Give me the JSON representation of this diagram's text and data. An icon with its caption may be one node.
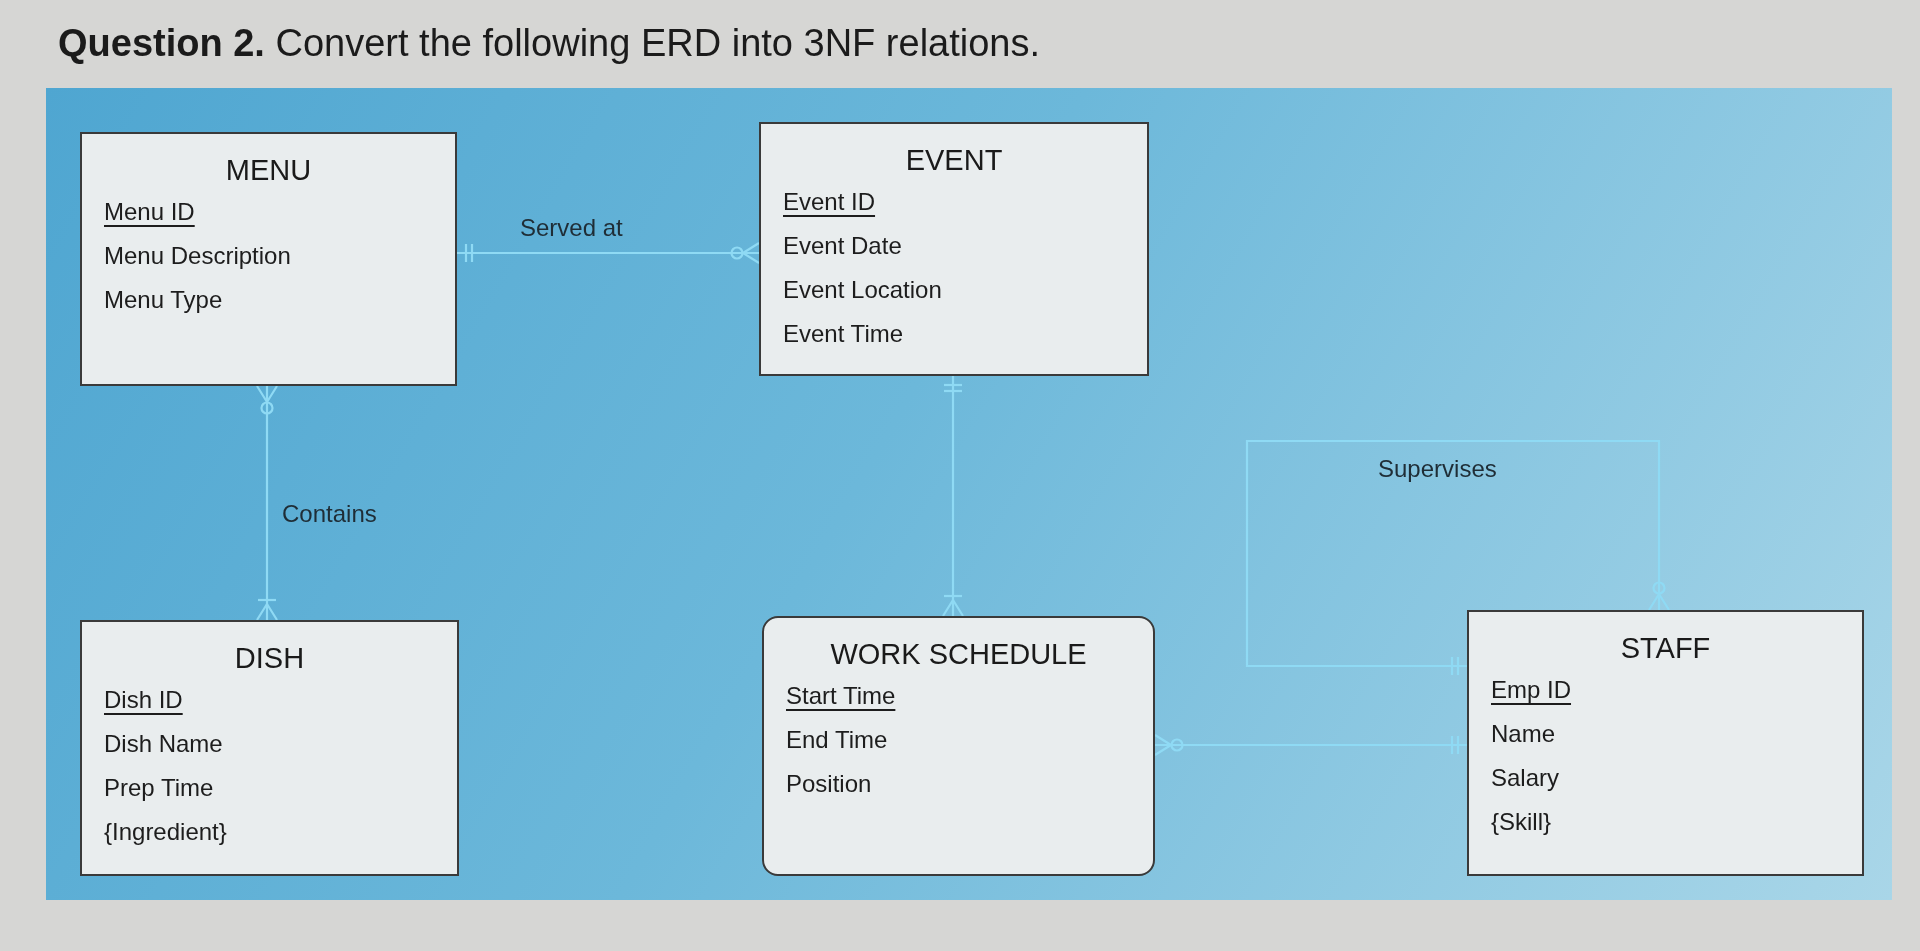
{
  "diagram": {
    "title": "**Question 2.** Convert the following ERD into 3NF relations.",
    "nodes": [
      {
        "text": [
          "MENU",
          "Menu ID",
          "Menu Description",
          "Menu Type"
        ]
      },
      {
        "text": [
          "EVENT",
          "Event ID",
          "Event Date",
          "Event Location",
          "Event Time"
        ]
      },
      {
        "text": [
          "DISH",
          "Dish ID",
          "Dish Name",
          "Prep Time",
          "{Ingredient}"
        ]
      },
      {
        "text": [
          "WORK SCHEDULE",
          "Start Time",
          "End Time",
          "Position"
        ]
      },
      {
        "text": [
          "STAFF",
          "Emp ID",
          "Name",
          "Salary",
          "{Skill}"
        ]
      }
    ],
    "edges": [
      {
        "from": 0,
        "to": 1,
        "arrow": "other",
        "label": "Served at"
      },
      {
        "from": 0,
        "to": 2,
        "arrow": "other",
        "label": "Contains"
      },
      {
        "from": 1,
        "to": 3,
        "arrow": "other"
      },
      {
        "from": 3,
        "to": 4,
        "arrow": "other"
      },
      {
        "from": 4,
        "to": 4,
        "arrow": "other",
        "label": "Supervises"
      }
    ]
  }
}
